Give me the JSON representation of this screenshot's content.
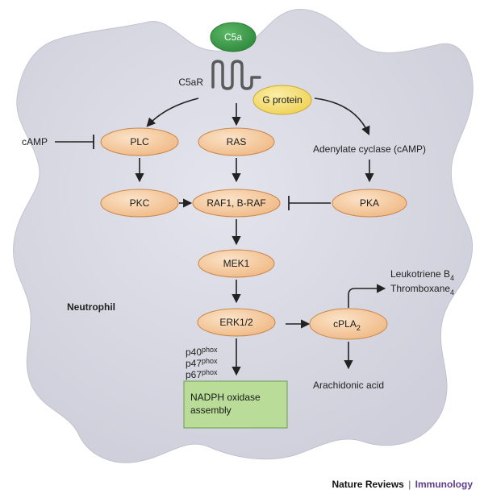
{
  "nodes": {
    "c5a": "C5a",
    "c5ar": "C5aR",
    "g_protein": "G protein",
    "camp": "cAMP",
    "plc": "PLC",
    "ras": "RAS",
    "adenylate": "Adenylate cyclase (cAMP)",
    "pkc": "PKC",
    "raf": "RAF1, B-RAF",
    "pka": "PKA",
    "mek1": "MEK1",
    "erk": "ERK1/2",
    "cpla2_base": "cPLA",
    "cpla2_sub": "2",
    "neutrophil": "Neutrophil",
    "leuko_base": "Leukotriene B",
    "leuko_sub": "4",
    "thromb_base": "Thromboxane",
    "thromb_sub": "4",
    "p40_base": "p40",
    "p47_base": "p47",
    "p67_base": "p67",
    "phox_sup": "phox",
    "nadph_line1": "NADPH oxidase",
    "nadph_line2": "assembly",
    "arachidonic": "Arachidonic acid"
  },
  "footer": {
    "publisher": "Nature Reviews",
    "separator": "|",
    "journal": "Immunology"
  },
  "colors": {
    "cell_fill": "#dcdce6",
    "node_fill": "#f3c59a",
    "node_stroke": "#c8864a",
    "c5a_fill": "#3c9b48",
    "g_protein_fill": "#f4dc6a",
    "box_fill": "#b9dd98",
    "receptor": "#555555",
    "journal": "#5b3f8e"
  }
}
